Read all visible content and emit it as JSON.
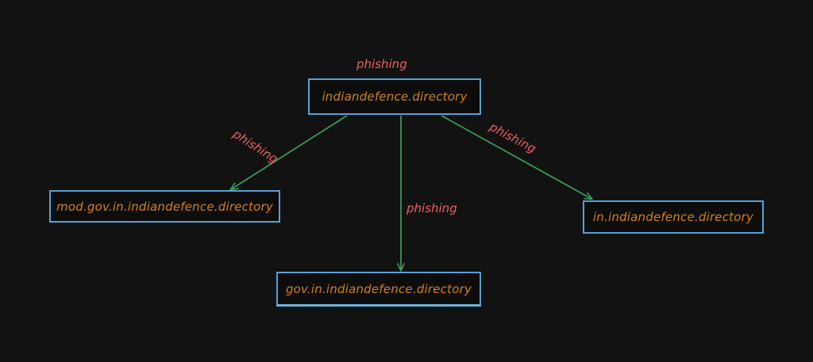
{
  "diagram": {
    "type": "directed-graph",
    "title_label": "phishing",
    "background_color": "#121212",
    "node_border_color": "#5a9fd4",
    "node_text_color": "#d2801e",
    "edge_color": "#3a9e5c",
    "edge_label_color": "#ec5f63",
    "nodes": [
      {
        "id": "root",
        "label": "indiandefence.directory"
      },
      {
        "id": "mod",
        "label": "mod.gov.in.indiandefence.directory"
      },
      {
        "id": "gov",
        "label": "gov.in.indiandefence.directory"
      },
      {
        "id": "in",
        "label": "in.indiandefence.directory"
      }
    ],
    "edges": [
      {
        "id": "root-mod",
        "from": "root",
        "to": "mod",
        "label": "phishing"
      },
      {
        "id": "root-gov",
        "from": "root",
        "to": "gov",
        "label": "phishing"
      },
      {
        "id": "root-in",
        "from": "root",
        "to": "in",
        "label": "phishing"
      }
    ]
  }
}
